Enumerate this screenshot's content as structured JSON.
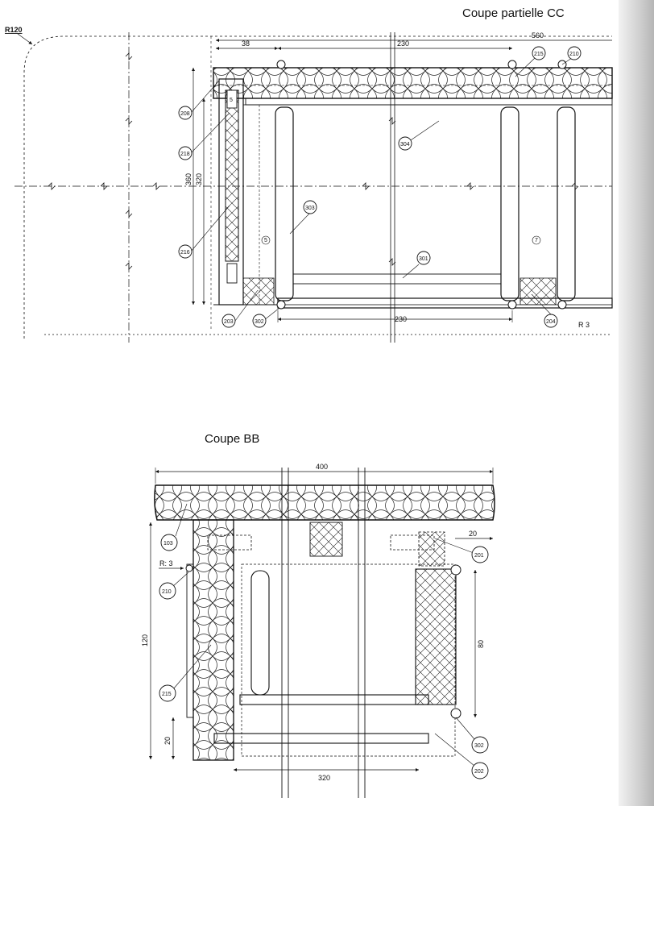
{
  "titles": {
    "section_cc": "Coupe partielle  CC",
    "section_bb": "Coupe BB"
  },
  "section_cc": {
    "radius_label": "R120",
    "dimensions": {
      "d38": "38",
      "d230_top": "230",
      "d560": "560",
      "d360": "360",
      "d320": "320",
      "d230_bottom": "230",
      "r3": "R 3"
    },
    "callouts": {
      "c208": "208",
      "c218": "218",
      "c216": "216",
      "c203": "203",
      "c302": "302",
      "c303": "303",
      "c304": "304",
      "c301": "301",
      "c215": "215",
      "c210": "210",
      "c204": "204"
    },
    "small_marks": {
      "m5": "5",
      "m7": "7",
      "m5b": "5"
    }
  },
  "section_bb": {
    "dimensions": {
      "d400": "400",
      "d20_top": "20",
      "d120": "120",
      "d80": "80",
      "d20_left": "20",
      "d320": "320",
      "r3": "R: 3"
    },
    "callouts": {
      "c103": "103",
      "c201": "201",
      "c210": "210",
      "c215": "215",
      "c302": "302",
      "c202": "202"
    }
  },
  "colors": {
    "ink": "#111111",
    "paper": "#ffffff",
    "spine": "#bdbdbd"
  }
}
